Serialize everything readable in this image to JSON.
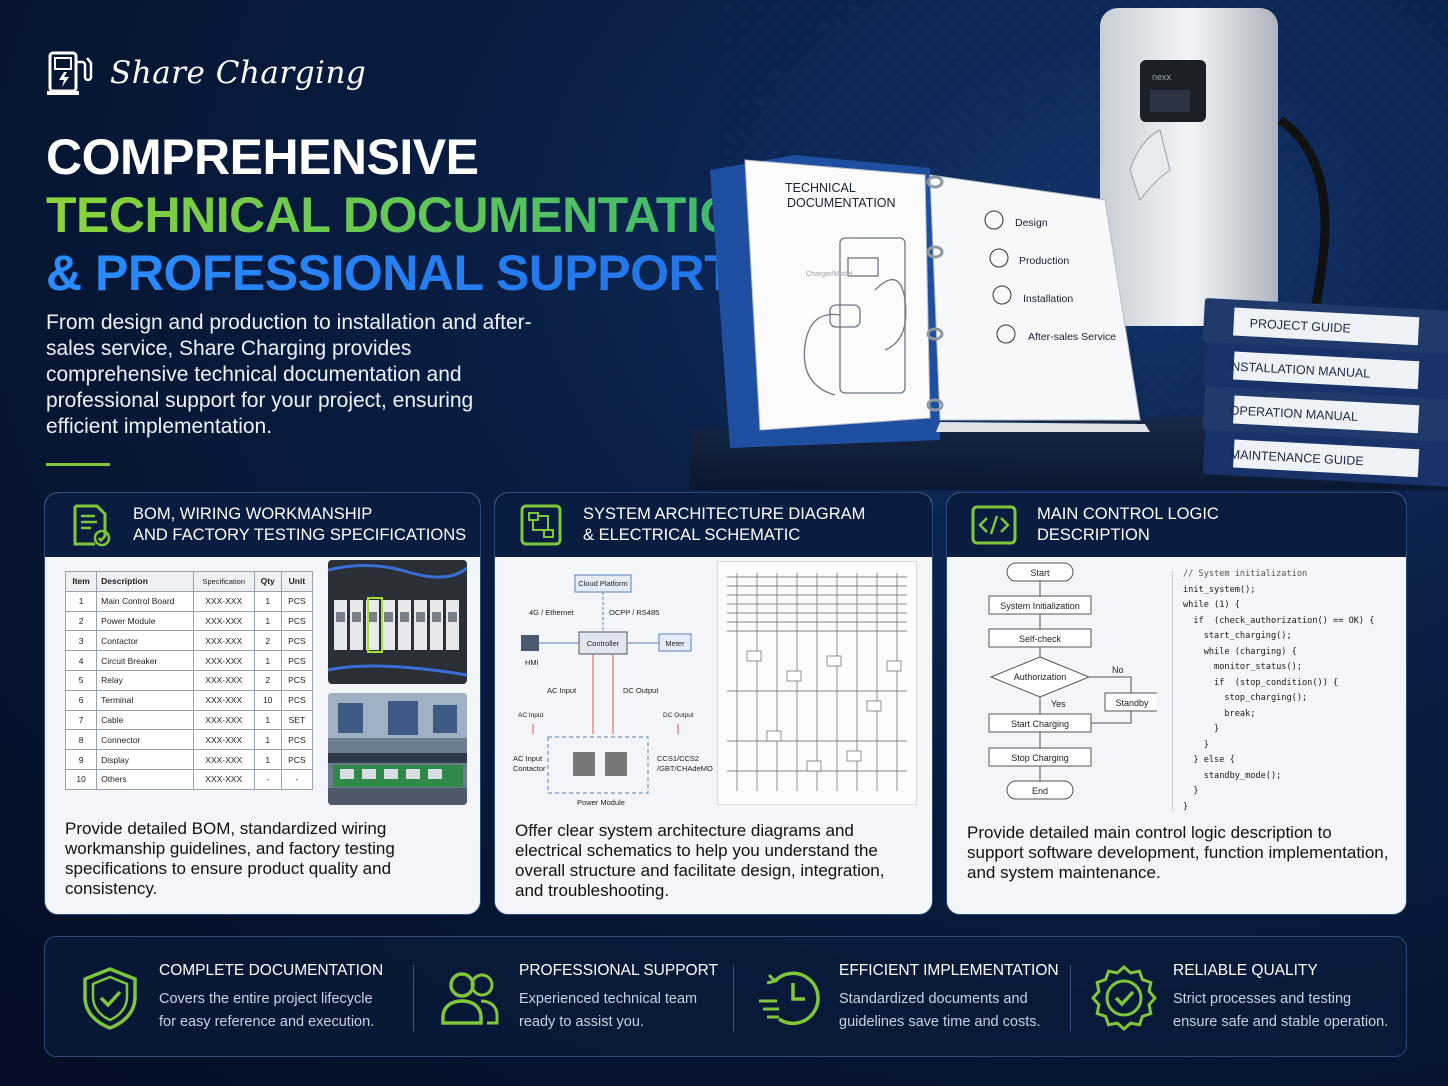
{
  "brand": {
    "name": "Share Charging"
  },
  "headline": {
    "line1": "COMPREHENSIVE",
    "line2": "TECHNICAL DOCUMENTATION",
    "line3": "& PROFESSIONAL SUPPORT"
  },
  "intro": "From design and production to installation and after-sales service, Share Charging provides comprehensive technical documentation and professional support for your project, ensuring efficient implementation.",
  "hero": {
    "binder_title": "TECHNICAL\nDOCUMENTATION",
    "binder_items": [
      "Design",
      "Production",
      "Installation",
      "After-sales Service"
    ],
    "charger_label": "nexx",
    "sketch_label": "Charger/Model",
    "manuals": [
      "PROJECT GUIDE",
      "INSTALLATION MANUAL",
      "OPERATION MANUAL",
      "MAINTENANCE GUIDE"
    ]
  },
  "cards": [
    {
      "title": "BOM,  WIRING WORKMANSHIP\nAND FACTORY TESTING SPECIFICATIONS",
      "icon": "document-check-icon",
      "description": "Provide detailed BOM, standardized wiring workmanship guidelines, and factory testing specifications to ensure product quality and consistency.",
      "table": {
        "headers": [
          "Item",
          "Description",
          "Specification",
          "Qty",
          "Unit"
        ],
        "rows": [
          [
            "1",
            "Main Control Board",
            "XXX-XXX",
            "1",
            "PCS"
          ],
          [
            "2",
            "Power Module",
            "XXX-XXX",
            "1",
            "PCS"
          ],
          [
            "3",
            "Contactor",
            "XXX-XXX",
            "2",
            "PCS"
          ],
          [
            "4",
            "Circuit Breaker",
            "XXX-XXX",
            "1",
            "PCS"
          ],
          [
            "5",
            "Relay",
            "XXX-XXX",
            "2",
            "PCS"
          ],
          [
            "6",
            "Terminal",
            "XXX-XXX",
            "10",
            "PCS"
          ],
          [
            "7",
            "Cable",
            "XXX-XXX",
            "1",
            "SET"
          ],
          [
            "8",
            "Connector",
            "XXX-XXX",
            "1",
            "PCS"
          ],
          [
            "9",
            "Display",
            "XXX-XXX",
            "1",
            "PCS"
          ],
          [
            "10",
            "Others",
            "XXX-XXX",
            "-",
            "-"
          ]
        ]
      }
    },
    {
      "title": "SYSTEM ARCHITECTURE DIAGRAM\n& ELECTRICAL SCHEMATIC",
      "icon": "flow-diagram-icon",
      "description": "Offer clear system architecture diagrams and electrical schematics to help you understand the overall structure and facilitate design, integration, and troubleshooting.",
      "diagram": {
        "cloud": "Cloud Platform",
        "link_left": "4G / Ethernet",
        "link_right": "OCPP / RS485",
        "hmi": "HMI",
        "controller": "Controller",
        "meter": "Meter",
        "ac_input": "AC Input",
        "dc_output": "DC Output",
        "ac_input_small": "AC Input",
        "dc_output_small": "DC Output",
        "contactor": "AC Input\nContactor",
        "ccs": "CCS1/CCS2\n/GBT/CHAdeMO",
        "power_module": "Power Module"
      }
    },
    {
      "title": "MAIN CONTROL LOGIC\nDESCRIPTION",
      "icon": "code-icon",
      "description": "Provide detailed main control logic description to support software development, function implementation, and system maintenance.",
      "flow": {
        "start": "Start",
        "init": "System Initialization",
        "selfcheck": "Self-check",
        "auth": "Authorization",
        "no": "No",
        "yes": "Yes",
        "standby": "Standby",
        "start_charging": "Start Charging",
        "stop_charging": "Stop Charging",
        "end": "End"
      },
      "code": [
        "// System initialization",
        "init_system();",
        "while (1) {",
        "  if  (check_authorization() == OK) {",
        "    start_charging();",
        "    while (charging) {",
        "      monitor_status();",
        "      if  (stop_condition()) {",
        "        stop_charging();",
        "        break;",
        "      }",
        "    }",
        "  } else {",
        "    standby_mode();",
        "  }",
        "}"
      ]
    }
  ],
  "features": [
    {
      "icon": "shield-check-icon",
      "title": "COMPLETE DOCUMENTATION",
      "desc": "Covers the entire project lifecycle\nfor easy reference and execution."
    },
    {
      "icon": "team-icon",
      "title": "PROFESSIONAL SUPPORT",
      "desc": "Experienced technical team\nready to assist you."
    },
    {
      "icon": "fast-clock-icon",
      "title": "EFFICIENT IMPLEMENTATION",
      "desc": "Standardized documents and\nguidelines save time and costs."
    },
    {
      "icon": "quality-badge-icon",
      "title": "RELIABLE QUALITY",
      "desc": "Strict processes and testing\nensure safe and stable operation."
    }
  ],
  "colors": {
    "navy": "#0a1c3f",
    "green": "#7fc63a",
    "blue": "#2a8cff"
  }
}
